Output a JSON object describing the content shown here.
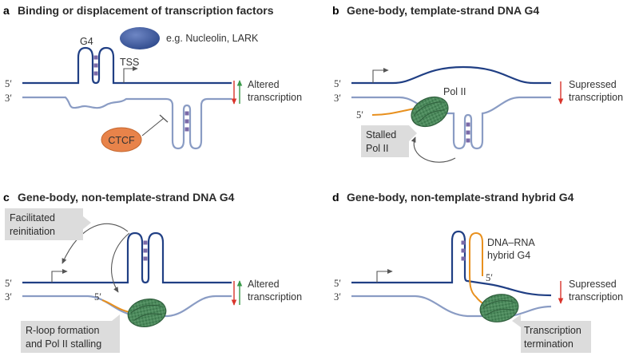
{
  "panels": {
    "a": {
      "letter": "a",
      "title": "Binding or displacement of transcription factors",
      "g4_label": "G4",
      "protein_label": "e.g. Nucleolin, LARK",
      "tss_label": "TSS",
      "five_prime": "5′",
      "three_prime": "3′",
      "ctcf_label": "CTCF",
      "effect_line1": "Altered",
      "effect_line2": "transcription"
    },
    "b": {
      "letter": "b",
      "title": "Gene-body, template-strand DNA G4",
      "five_prime": "5′",
      "three_prime": "3′",
      "rna_five_prime": "5′",
      "polii_label": "Pol II",
      "callout_line1": "Stalled",
      "callout_line2": "Pol II",
      "effect_line1": "Supressed",
      "effect_line2": "transcription"
    },
    "c": {
      "letter": "c",
      "title": "Gene-body, non-template-strand DNA G4",
      "five_prime": "5′",
      "three_prime": "3′",
      "rna_five_prime": "5′",
      "callout_top_line1": "Facilitated",
      "callout_top_line2": "reinitiation",
      "callout_bottom_line1": "R-loop formation",
      "callout_bottom_line2": "and Pol II stalling",
      "effect_line1": "Altered",
      "effect_line2": "transcription"
    },
    "d": {
      "letter": "d",
      "title": "Gene-body, non-template-strand hybrid G4",
      "five_prime": "5′",
      "three_prime": "3′",
      "rna_five_prime": "5′",
      "hybrid_line1": "DNA–RNA",
      "hybrid_line2": "hybrid G4",
      "callout_line1": "Transcription",
      "callout_line2": "termination",
      "effect_line1": "Supressed",
      "effect_line2": "transcription"
    }
  },
  "colors": {
    "template_strand": "#203f84",
    "complementary_strand": "#8a9cc4",
    "rna": "#e8901e",
    "polii": "#4d8a5d",
    "ctcf": "#e8834a",
    "nucleolin": "#3d5a9e",
    "callout": "#dcdcdc",
    "up_arrow": "#3a9a4a",
    "down_arrow": "#d9342b"
  }
}
